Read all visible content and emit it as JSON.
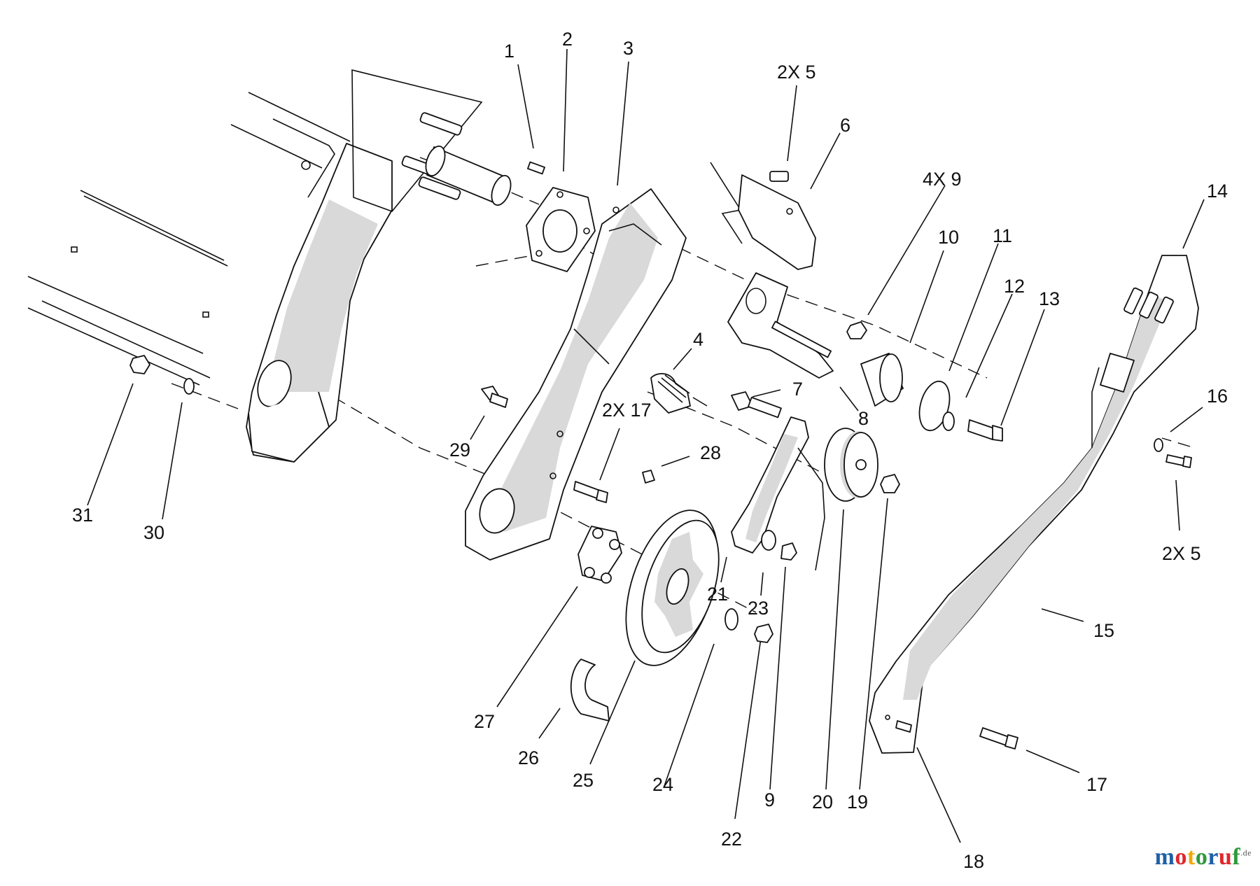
{
  "callouts": [
    {
      "id": "c1",
      "text": "1"
    },
    {
      "id": "c2",
      "text": "2"
    },
    {
      "id": "c3",
      "text": "3"
    },
    {
      "id": "c2x5a",
      "text": "2X 5"
    },
    {
      "id": "c6",
      "text": "6"
    },
    {
      "id": "c4x9",
      "text": "4X 9"
    },
    {
      "id": "c14",
      "text": "14"
    },
    {
      "id": "c10",
      "text": "10"
    },
    {
      "id": "c11",
      "text": "11"
    },
    {
      "id": "c12",
      "text": "12"
    },
    {
      "id": "c13",
      "text": "13"
    },
    {
      "id": "c4",
      "text": "4"
    },
    {
      "id": "c7",
      "text": "7"
    },
    {
      "id": "c8",
      "text": "8"
    },
    {
      "id": "c2x17",
      "text": "2X 17"
    },
    {
      "id": "c16",
      "text": "16"
    },
    {
      "id": "c28",
      "text": "28"
    },
    {
      "id": "c29",
      "text": "29"
    },
    {
      "id": "c31",
      "text": "31"
    },
    {
      "id": "c30",
      "text": "30"
    },
    {
      "id": "c2x5b",
      "text": "2X 5"
    },
    {
      "id": "c21",
      "text": "21"
    },
    {
      "id": "c23",
      "text": "23"
    },
    {
      "id": "c15",
      "text": "15"
    },
    {
      "id": "c27",
      "text": "27"
    },
    {
      "id": "c26",
      "text": "26"
    },
    {
      "id": "c25",
      "text": "25"
    },
    {
      "id": "c24",
      "text": "24"
    },
    {
      "id": "c9",
      "text": "9"
    },
    {
      "id": "c20",
      "text": "20"
    },
    {
      "id": "c19",
      "text": "19"
    },
    {
      "id": "c17",
      "text": "17"
    },
    {
      "id": "c22",
      "text": "22"
    },
    {
      "id": "c18",
      "text": "18"
    }
  ],
  "watermark": {
    "letters": [
      "m",
      "o",
      "t",
      "o",
      "r",
      "u",
      "f"
    ],
    "colors": [
      "#1f5fa8",
      "#e0262b",
      "#f2a900",
      "#2e9a3a",
      "#1f5fa8",
      "#e0262b",
      "#2e9a3a"
    ],
    "suffix": ".de"
  }
}
